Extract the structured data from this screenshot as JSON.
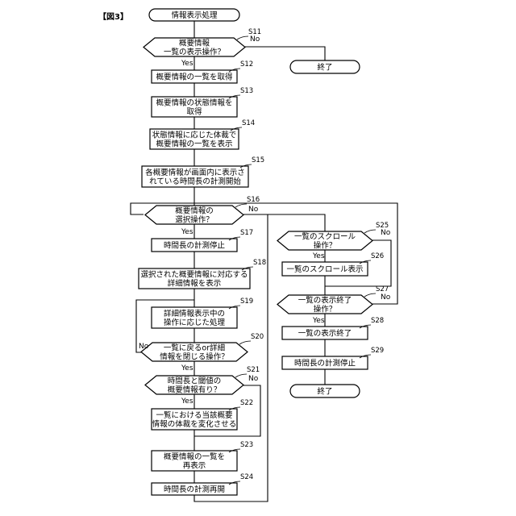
{
  "figure_label": "【図3】",
  "nodes": [
    {
      "id": "start",
      "type": "terminal",
      "lines": [
        "情報表示処理"
      ]
    },
    {
      "id": "S11",
      "type": "decision",
      "step": "S11",
      "lines": [
        "概要情報",
        "一覧の表示操作？"
      ]
    },
    {
      "id": "end1",
      "type": "terminal",
      "lines": [
        "終了"
      ]
    },
    {
      "id": "S12",
      "type": "process",
      "step": "S12",
      "lines": [
        "概要情報の一覧を取得"
      ]
    },
    {
      "id": "S13",
      "type": "process",
      "step": "S13",
      "lines": [
        "概要情報の状態情報を",
        "取得"
      ]
    },
    {
      "id": "S14",
      "type": "process",
      "step": "S14",
      "lines": [
        "状態情報に応じた体裁で",
        "概要情報の一覧を表示"
      ]
    },
    {
      "id": "S15",
      "type": "process",
      "step": "S15",
      "lines": [
        "各概要情報が画面内に表示さ",
        "れている時間長の計測開始"
      ]
    },
    {
      "id": "S16",
      "type": "decision",
      "step": "S16",
      "lines": [
        "概要情報の",
        "選択操作？"
      ]
    },
    {
      "id": "S17",
      "type": "process",
      "step": "S17",
      "lines": [
        "時間長の計測停止"
      ]
    },
    {
      "id": "S18",
      "type": "process",
      "step": "S18",
      "lines": [
        "選択された概要情報に対応する",
        "詳細情報を表示"
      ]
    },
    {
      "id": "S19",
      "type": "process",
      "step": "S19",
      "lines": [
        "詳細情報表示中の",
        "操作に応じた処理"
      ]
    },
    {
      "id": "S20",
      "type": "decision",
      "step": "S20",
      "lines": [
        "一覧に戻るor詳細",
        "情報を閉じる操作？"
      ]
    },
    {
      "id": "S21",
      "type": "decision",
      "step": "S21",
      "lines": [
        "時間長と閾値の",
        "概要情報有り？"
      ]
    },
    {
      "id": "S22",
      "type": "process",
      "step": "S22",
      "lines": [
        "一覧における当該概要",
        "情報の体裁を変化させる"
      ]
    },
    {
      "id": "S23",
      "type": "process",
      "step": "S23",
      "lines": [
        "概要情報の一覧を",
        "再表示"
      ]
    },
    {
      "id": "S24",
      "type": "process",
      "step": "S24",
      "lines": [
        "時間長の計測再開"
      ]
    },
    {
      "id": "S25",
      "type": "decision",
      "step": "S25",
      "lines": [
        "一覧のスクロール",
        "操作？"
      ]
    },
    {
      "id": "S26",
      "type": "process",
      "step": "S26",
      "lines": [
        "一覧のスクロール表示"
      ]
    },
    {
      "id": "S27",
      "type": "decision",
      "step": "S27",
      "lines": [
        "一覧の表示終了",
        "操作？"
      ]
    },
    {
      "id": "S28",
      "type": "process",
      "step": "S28",
      "lines": [
        "一覧の表示終了"
      ]
    },
    {
      "id": "S29",
      "type": "process",
      "step": "S29",
      "lines": [
        "時間長の計測停止"
      ]
    },
    {
      "id": "end2",
      "type": "terminal",
      "lines": [
        "終了"
      ]
    }
  ],
  "edge_labels": {
    "S11_no": "No",
    "S11_yes": "Yes",
    "S16_no": "No",
    "S16_yes": "Yes",
    "S20_no": "No",
    "S20_yes": "Yes",
    "S21_no": "No",
    "S21_yes": "Yes",
    "S25_no": "No",
    "S25_yes": "Yes",
    "S27_no": "No",
    "S27_yes": "Yes"
  }
}
